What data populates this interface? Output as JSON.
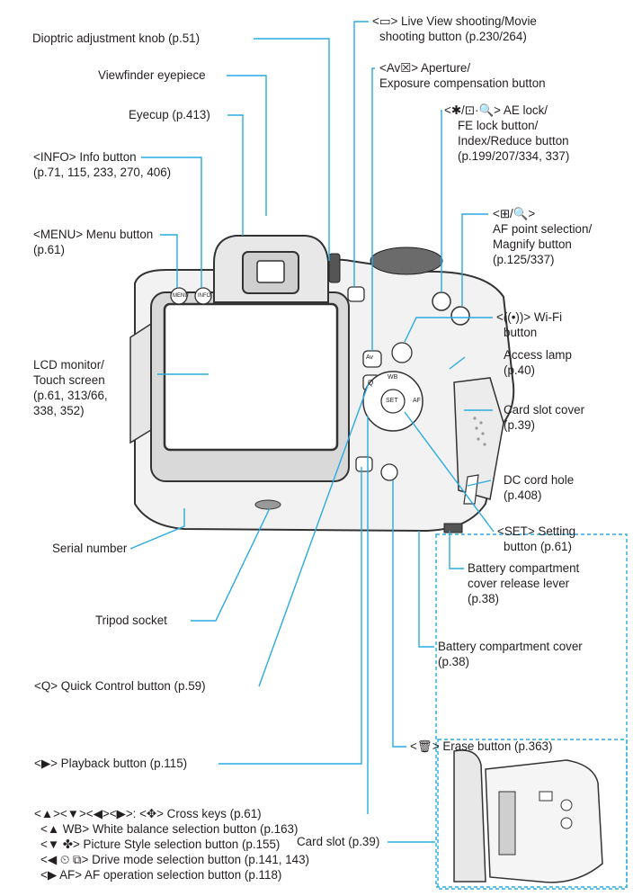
{
  "colors": {
    "leader": "#29abe2",
    "camera_body": "#f2f2f2",
    "camera_outline": "#333333",
    "screen": "#ffffff",
    "dashed_box": "#29abe2"
  },
  "labels": {
    "dioptric": "Dioptric adjustment knob (p.51)",
    "viewfinder": "Viewfinder eyepiece",
    "eyecup": "Eyecup (p.413)",
    "info_1": "<INFO> Info button",
    "info_2": "(p.71, 115, 233, 270, 406)",
    "menu_1": "<MENU> Menu button",
    "menu_2": "(p.61)",
    "lcd_1": "LCD monitor/",
    "lcd_2": "Touch screen",
    "lcd_3": "(p.61, 313/66,",
    "lcd_4": "338, 352)",
    "serial": "Serial number",
    "tripod": "Tripod socket",
    "quick": "<Q> Quick Control button (p.59)",
    "playback": "<▶> Playback button (p.115)",
    "cross_1": "<▲><▼><◀><▶>: <✥> Cross keys (p.61)",
    "cross_2": "<▲ WB> White balance selection button (p.163)",
    "cross_3": "<▼ ✤> Picture Style selection button (p.155)",
    "cross_4": "<◀ ⏲ ⧉> Drive mode selection button (p.141, 143)",
    "cross_5": "<▶ AF> AF operation selection button (p.118)",
    "card_slot": "Card slot (p.39)",
    "liveview_1": "<▭> Live View shooting/Movie",
    "liveview_2": "shooting button (p.230/264)",
    "aperture_1": "<Av☒> Aperture/",
    "aperture_2": "Exposure compensation button",
    "aelock_1": "<✱/⊡·🔍> AE lock/",
    "aelock_2": "FE lock button/",
    "aelock_3": "Index/Reduce button",
    "aelock_4": "(p.199/207/334, 337)",
    "afpoint_1": "<⊞/🔍>",
    "afpoint_2": "AF point selection/",
    "afpoint_3": "Magnify button",
    "afpoint_4": "(p.125/337)",
    "wifi_1": "<((•))> Wi-Fi",
    "wifi_2": "button",
    "access_1": "Access lamp",
    "access_2": "(p.40)",
    "cardcover_1": "Card slot cover",
    "cardcover_2": "(p.39)",
    "dccord_1": "DC cord hole",
    "dccord_2": "(p.408)",
    "setting_1": "<SET> Setting",
    "setting_2": "button (p.61)",
    "release_1": "Battery compartment",
    "release_2": "cover release lever",
    "release_3": "(p.38)",
    "batcover_1": "Battery compartment cover",
    "batcover_2": "(p.38)",
    "erase": "<🗑> Erase button (p.363)"
  },
  "button_marks": {
    "menu": "MENU",
    "info": "INFO",
    "set": "SET",
    "wb": "WB",
    "af": "AF",
    "av": "Av",
    "q": "Q"
  }
}
